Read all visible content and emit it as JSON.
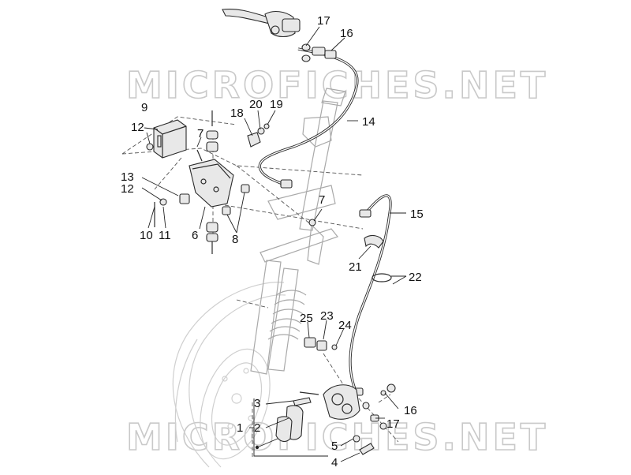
{
  "watermark": {
    "top": "MICROFICHES.NET",
    "bottom": "MICROFICHES.NET"
  },
  "callouts": {
    "c1": "1",
    "c2": "2",
    "c3": "3",
    "c4": "4",
    "c5": "5",
    "c6": "6",
    "c7a": "7",
    "c7b": "7",
    "c8": "8",
    "c9": "9",
    "c10": "10",
    "c11": "11",
    "c12a": "12",
    "c12b": "12",
    "c13": "13",
    "c14": "14",
    "c15": "15",
    "c16a": "16",
    "c16b": "16",
    "c17a": "17",
    "c17b": "17",
    "c18": "18",
    "c19": "19",
    "c20": "20",
    "c21": "21",
    "c22": "22",
    "c23": "23",
    "c24": "24",
    "c25": "25"
  }
}
